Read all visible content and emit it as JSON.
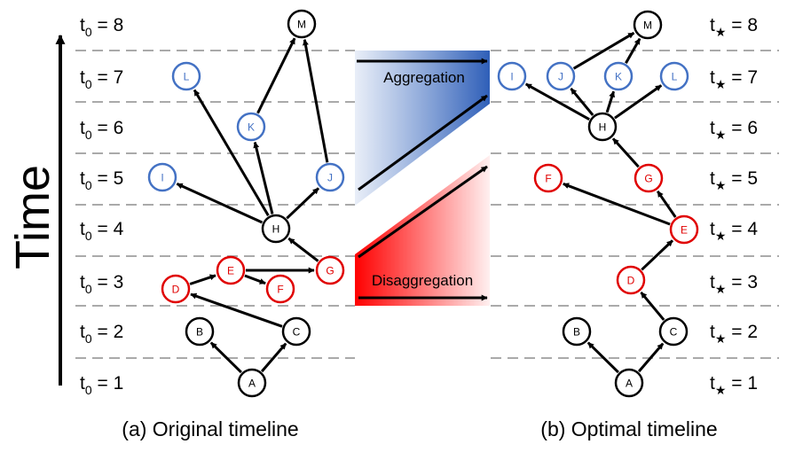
{
  "axis_title": "Time",
  "left_rows": [
    {
      "prefix": "t",
      "sub": "0",
      "suffix": " = 8"
    },
    {
      "prefix": "t",
      "sub": "0",
      "suffix": " = 7"
    },
    {
      "prefix": "t",
      "sub": "0",
      "suffix": " = 6"
    },
    {
      "prefix": "t",
      "sub": "0",
      "suffix": " = 5"
    },
    {
      "prefix": "t",
      "sub": "0",
      "suffix": " = 4"
    },
    {
      "prefix": "t",
      "sub": "0",
      "suffix": " = 3"
    },
    {
      "prefix": "t",
      "sub": "0",
      "suffix": " = 2"
    },
    {
      "prefix": "t",
      "sub": "0",
      "suffix": " = 1"
    }
  ],
  "right_rows": [
    {
      "prefix": "t",
      "sub": "★",
      "suffix": " = 8"
    },
    {
      "prefix": "t",
      "sub": "★",
      "suffix": " = 7"
    },
    {
      "prefix": "t",
      "sub": "★",
      "suffix": " = 6"
    },
    {
      "prefix": "t",
      "sub": "★",
      "suffix": " = 5"
    },
    {
      "prefix": "t",
      "sub": "★",
      "suffix": " = 4"
    },
    {
      "prefix": "t",
      "sub": "★",
      "suffix": " = 3"
    },
    {
      "prefix": "t",
      "sub": "★",
      "suffix": " = 2"
    },
    {
      "prefix": "t",
      "sub": "★",
      "suffix": " = 1"
    }
  ],
  "captions": {
    "left": "(a) Original timeline",
    "right": "(b) Optimal timeline"
  },
  "banners": {
    "aggregation": "Aggregation",
    "disaggregation": "Disaggregation"
  },
  "colors": {
    "black": "#000000",
    "blue": "#4472c4",
    "red": "#e00000",
    "grid": "#aaaaaa"
  },
  "left_graph": {
    "nodes": [
      {
        "id": "A",
        "label": "A",
        "color": "black"
      },
      {
        "id": "B",
        "label": "B",
        "color": "black"
      },
      {
        "id": "C",
        "label": "C",
        "color": "black"
      },
      {
        "id": "D",
        "label": "D",
        "color": "red"
      },
      {
        "id": "E",
        "label": "E",
        "color": "red"
      },
      {
        "id": "F",
        "label": "F",
        "color": "red"
      },
      {
        "id": "G",
        "label": "G",
        "color": "red"
      },
      {
        "id": "H",
        "label": "H",
        "color": "black"
      },
      {
        "id": "I",
        "label": "I",
        "color": "blue"
      },
      {
        "id": "J",
        "label": "J",
        "color": "blue"
      },
      {
        "id": "K",
        "label": "K",
        "color": "blue"
      },
      {
        "id": "L",
        "label": "L",
        "color": "blue"
      },
      {
        "id": "M",
        "label": "M",
        "color": "black"
      }
    ],
    "edges": [
      [
        "A",
        "B"
      ],
      [
        "A",
        "C"
      ],
      [
        "C",
        "D"
      ],
      [
        "D",
        "E"
      ],
      [
        "E",
        "F"
      ],
      [
        "E",
        "G"
      ],
      [
        "G",
        "H"
      ],
      [
        "H",
        "I"
      ],
      [
        "H",
        "J"
      ],
      [
        "H",
        "K"
      ],
      [
        "H",
        "L"
      ],
      [
        "K",
        "M"
      ],
      [
        "J",
        "M"
      ]
    ]
  },
  "right_graph": {
    "nodes": [
      {
        "id": "A",
        "label": "A",
        "color": "black"
      },
      {
        "id": "B",
        "label": "B",
        "color": "black"
      },
      {
        "id": "C",
        "label": "C",
        "color": "black"
      },
      {
        "id": "D",
        "label": "D",
        "color": "red"
      },
      {
        "id": "E",
        "label": "E",
        "color": "red"
      },
      {
        "id": "F",
        "label": "F",
        "color": "red"
      },
      {
        "id": "G",
        "label": "G",
        "color": "red"
      },
      {
        "id": "H",
        "label": "H",
        "color": "black"
      },
      {
        "id": "I",
        "label": "I",
        "color": "blue"
      },
      {
        "id": "J",
        "label": "J",
        "color": "blue"
      },
      {
        "id": "K",
        "label": "K",
        "color": "blue"
      },
      {
        "id": "L",
        "label": "L",
        "color": "blue"
      },
      {
        "id": "M",
        "label": "M",
        "color": "black"
      }
    ],
    "edges": [
      [
        "A",
        "B"
      ],
      [
        "A",
        "C"
      ],
      [
        "C",
        "D"
      ],
      [
        "D",
        "E"
      ],
      [
        "E",
        "F"
      ],
      [
        "E",
        "G"
      ],
      [
        "G",
        "H"
      ],
      [
        "H",
        "I"
      ],
      [
        "H",
        "J"
      ],
      [
        "H",
        "K"
      ],
      [
        "H",
        "L"
      ],
      [
        "J",
        "M"
      ],
      [
        "K",
        "M"
      ]
    ]
  }
}
